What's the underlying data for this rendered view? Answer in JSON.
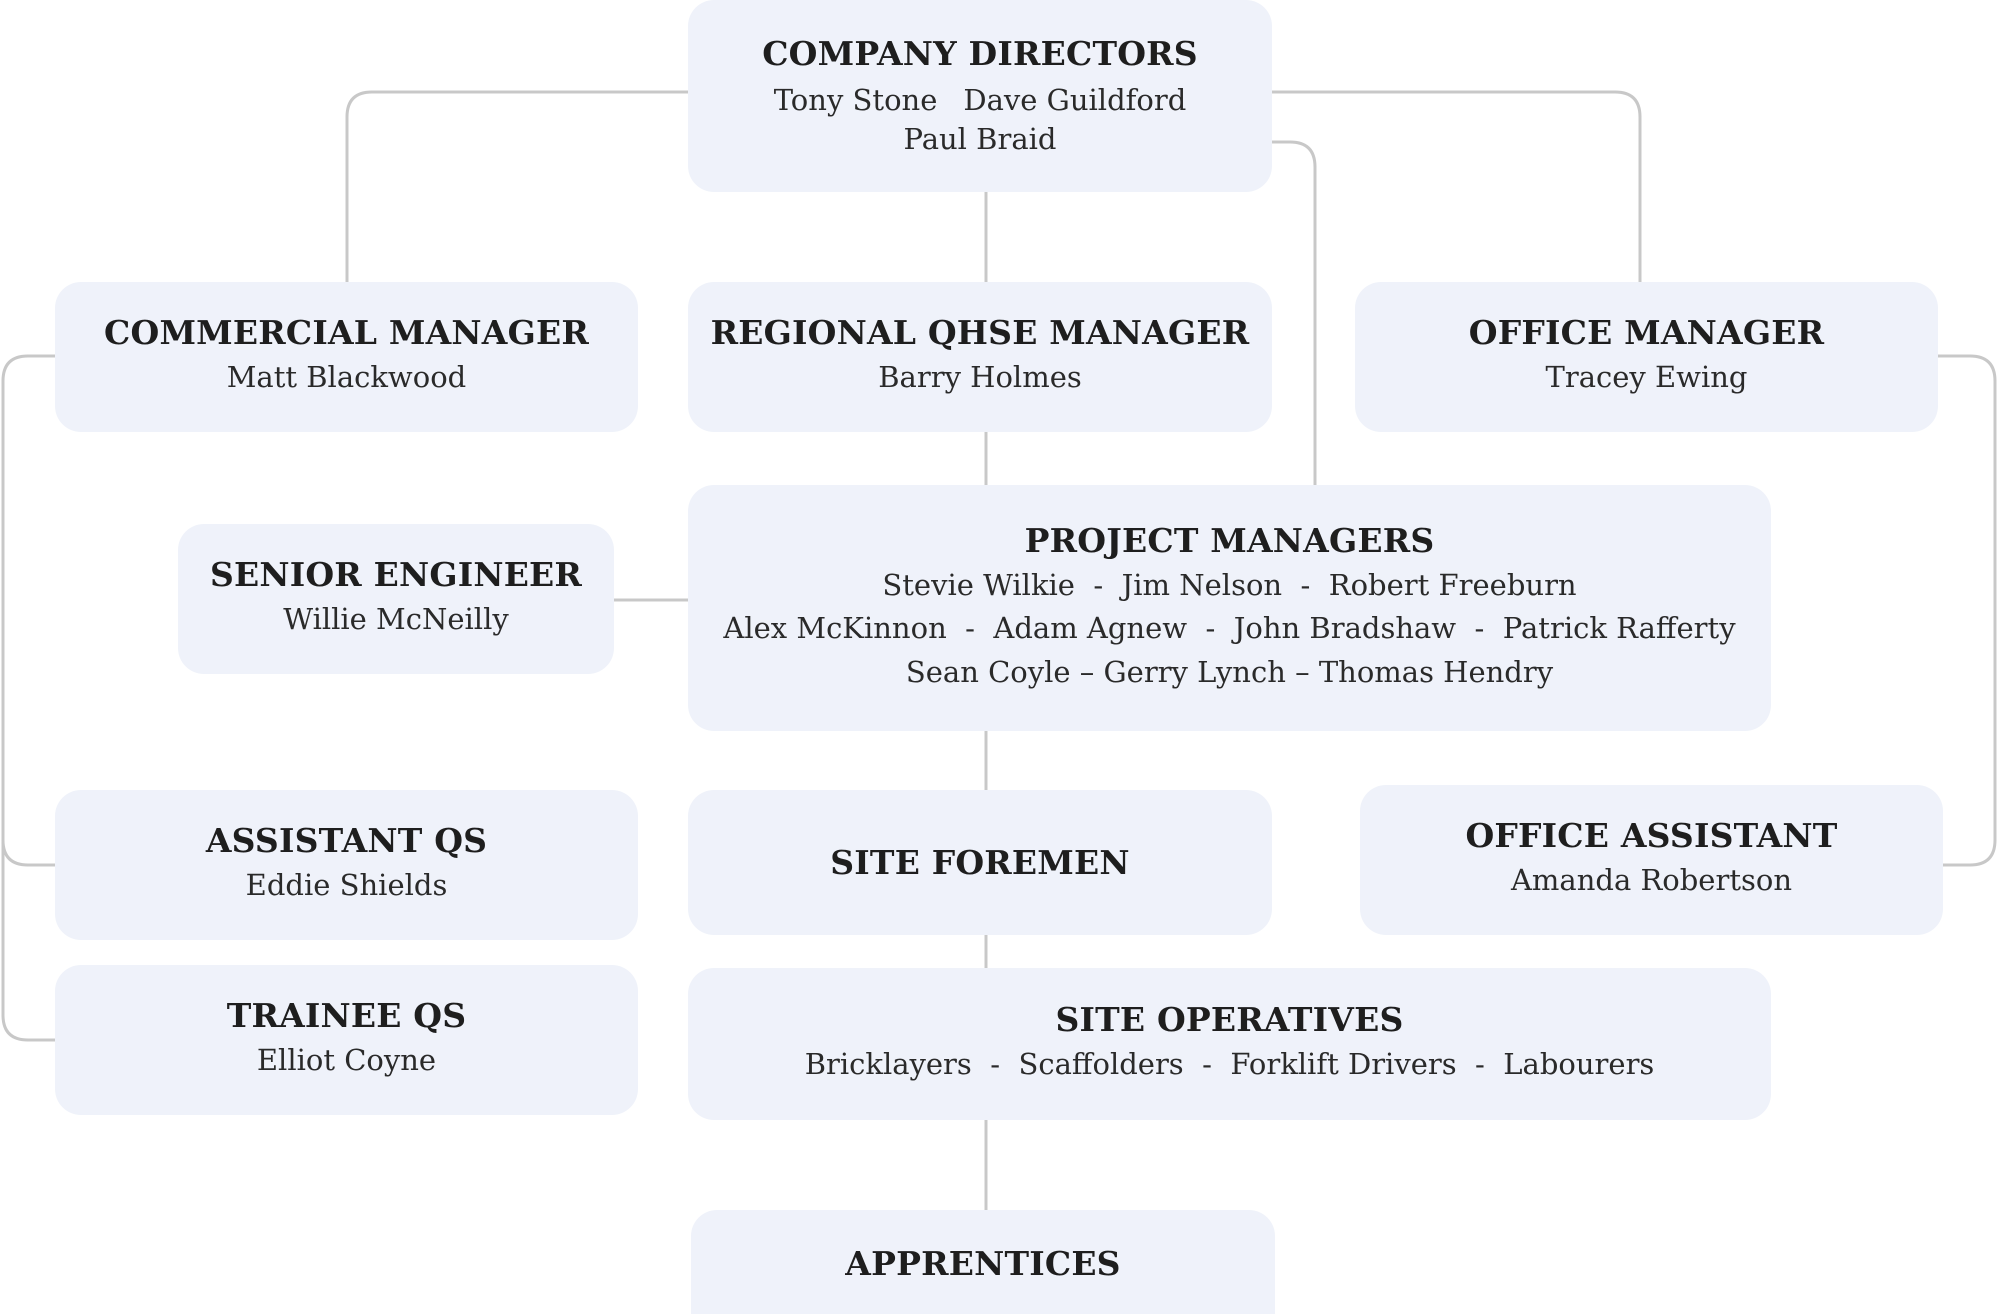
{
  "colors": {
    "box_fill": "#eff2fa",
    "connector": "#c8c8c8",
    "text": "#222222"
  },
  "directors": {
    "title": "COMPANY DIRECTORS",
    "people": [
      "Tony Stone",
      "Dave Guildford",
      "Paul Braid"
    ]
  },
  "commercial_manager": {
    "title": "COMMERCIAL MANAGER",
    "name": "Matt Blackwood"
  },
  "qhse_manager": {
    "title": "REGIONAL QHSE MANAGER",
    "name": "Barry Holmes"
  },
  "office_manager": {
    "title": "OFFICE MANAGER",
    "name": "Tracey Ewing"
  },
  "senior_engineer": {
    "title": "SENIOR ENGINEER",
    "name": "Willie McNeilly"
  },
  "project_managers": {
    "title": "PROJECT MANAGERS",
    "lines": [
      "Stevie Wilkie  -  Jim Nelson  -  Robert Freeburn",
      "Alex McKinnon  -  Adam Agnew  -  John Bradshaw  -  Patrick Rafferty",
      "Sean Coyle – Gerry Lynch – Thomas Hendry"
    ]
  },
  "assistant_qs": {
    "title": "ASSISTANT QS",
    "name": "Eddie Shields"
  },
  "site_foremen": {
    "title": "SITE FOREMEN"
  },
  "office_assistant": {
    "title": "OFFICE ASSISTANT",
    "name": "Amanda Robertson"
  },
  "trainee_qs": {
    "title": "TRAINEE QS",
    "name": "Elliot Coyne"
  },
  "site_operatives": {
    "title": "SITE OPERATIVES",
    "roles": "Bricklayers  -  Scaffolders  -  Forklift Drivers  -  Labourers"
  },
  "apprentices": {
    "title": "APPRENTICES"
  }
}
